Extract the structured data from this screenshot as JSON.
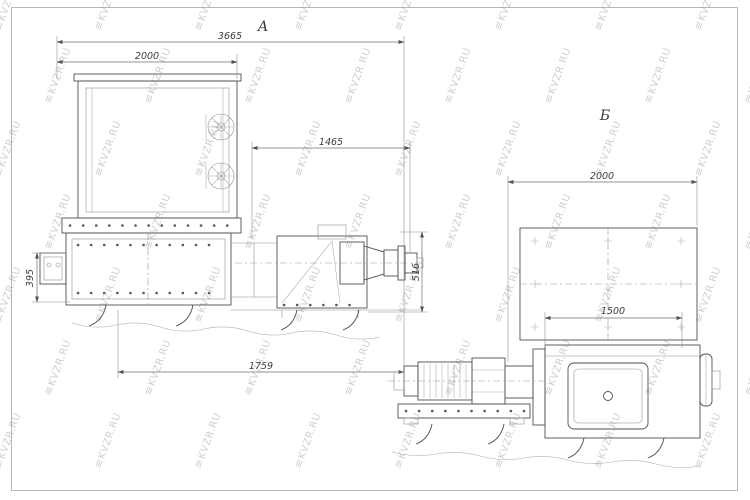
{
  "watermark": {
    "logo": "≡",
    "text": "KVZR.RU"
  },
  "drawing": {
    "view_a": {
      "label": "А",
      "dim_overall_width": "3665",
      "dim_hopper_width": "2000",
      "dim_discharge_length": "1465",
      "dim_discharge_height": "516",
      "dim_side_offset": "395",
      "dim_base_length": "1759"
    },
    "view_b": {
      "label": "Б",
      "dim_overall_width": "2000",
      "dim_inner_width": "1500"
    }
  }
}
